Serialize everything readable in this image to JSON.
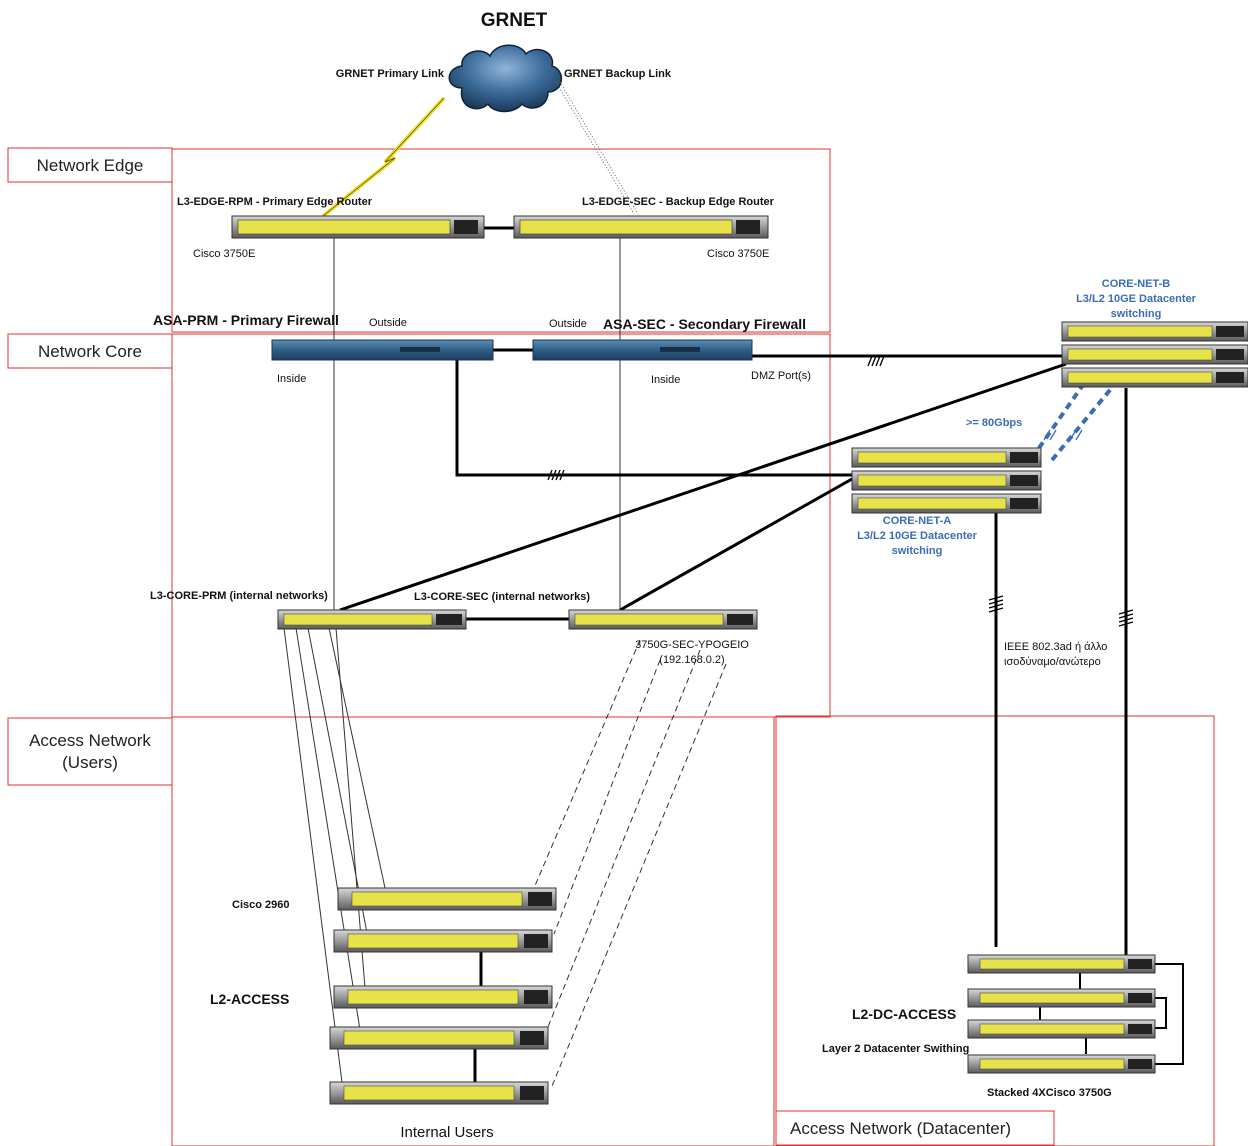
{
  "title": "GRNET",
  "links": {
    "primary": "GRNET Primary Link",
    "backup": "GRNET Backup  Link"
  },
  "zones": {
    "edge": "Network Edge",
    "core": "Network Core",
    "access_users": [
      "Access Network",
      "(Users)"
    ],
    "access_dc": "Access Network  (Datacenter)"
  },
  "edge": {
    "primary_router": "L3-EDGE-RPM - Primary Edge Router",
    "backup_router": "L3-EDGE-SEC - Backup Edge Router",
    "primary_model": "Cisco 3750E",
    "backup_model": "Cisco 3750E"
  },
  "firewalls": {
    "primary": "ASA-PRM - Primary Firewall",
    "secondary": "ASA-SEC - Secondary Firewall",
    "outside_primary": "Outside",
    "outside_secondary": "Outside",
    "inside_primary": "Inside",
    "inside_secondary": "Inside",
    "dmz": "DMZ Port(s)"
  },
  "core_net_b": [
    "CORE-NET-B",
    "L3/L2 10GE Datacenter",
    "switching"
  ],
  "core_net_a": [
    "CORE-NET-A",
    "L3/L2 10GE Datacenter",
    "switching"
  ],
  "bandwidth": ">= 80Gbps",
  "l3_core": {
    "primary": "L3-CORE-PRM (internal networks)",
    "secondary": "L3-CORE-SEC (internal networks)",
    "secondary_id": "3750G-SEC-YPOGEIO",
    "secondary_ip": "(192.168.0.2)"
  },
  "ieee": [
    "IEEE 802.3ad ή άλλο",
    "ισοδύναμο/ανώτερο"
  ],
  "access": {
    "model": "Cisco 2960",
    "name": "L2-ACCESS",
    "users": "Internal Users"
  },
  "dc_access": {
    "name": "L2-DC-ACCESS",
    "desc": "Layer 2 Datacenter Swithing",
    "stack": "Stacked 4XCisco 3750G"
  },
  "colors": {
    "zone_border": "#e03030",
    "device_yellow": "#e8e24a",
    "firewall_blue": "#2f5f86",
    "accent_blue": "#3a6db5"
  }
}
